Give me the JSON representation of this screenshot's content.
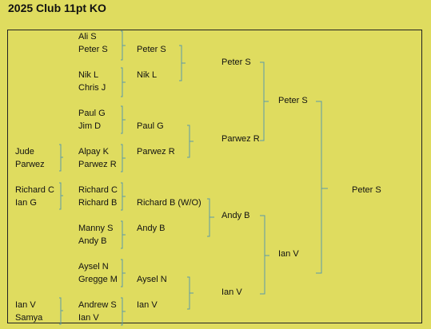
{
  "title": "2025 Club 11pt KO",
  "columns": {
    "prelim": [
      "Jude",
      "Parwez",
      "Richard C",
      "Ian G",
      "Ian V",
      "Samya"
    ],
    "round1": [
      "Ali S",
      "Peter S",
      "Nik L",
      "Chris J",
      "Paul G",
      "Jim D",
      "Alpay K",
      "Parwez R",
      "Richard C",
      "Richard B",
      "Manny S",
      "Andy B",
      "Aysel N",
      "Gregge M",
      "Andrew S",
      "Ian V"
    ],
    "round2": [
      "Peter S",
      "Nik L",
      "Paul G",
      "Parwez R",
      "Richard B (W/O)",
      "Andy B",
      "Aysel N",
      "Ian V"
    ],
    "quarterfinal": [
      "Peter S",
      "Parwez R",
      "Andy B",
      "Ian V"
    ],
    "semifinal": [
      "Peter S",
      "Ian V"
    ],
    "winner": "Peter S"
  }
}
